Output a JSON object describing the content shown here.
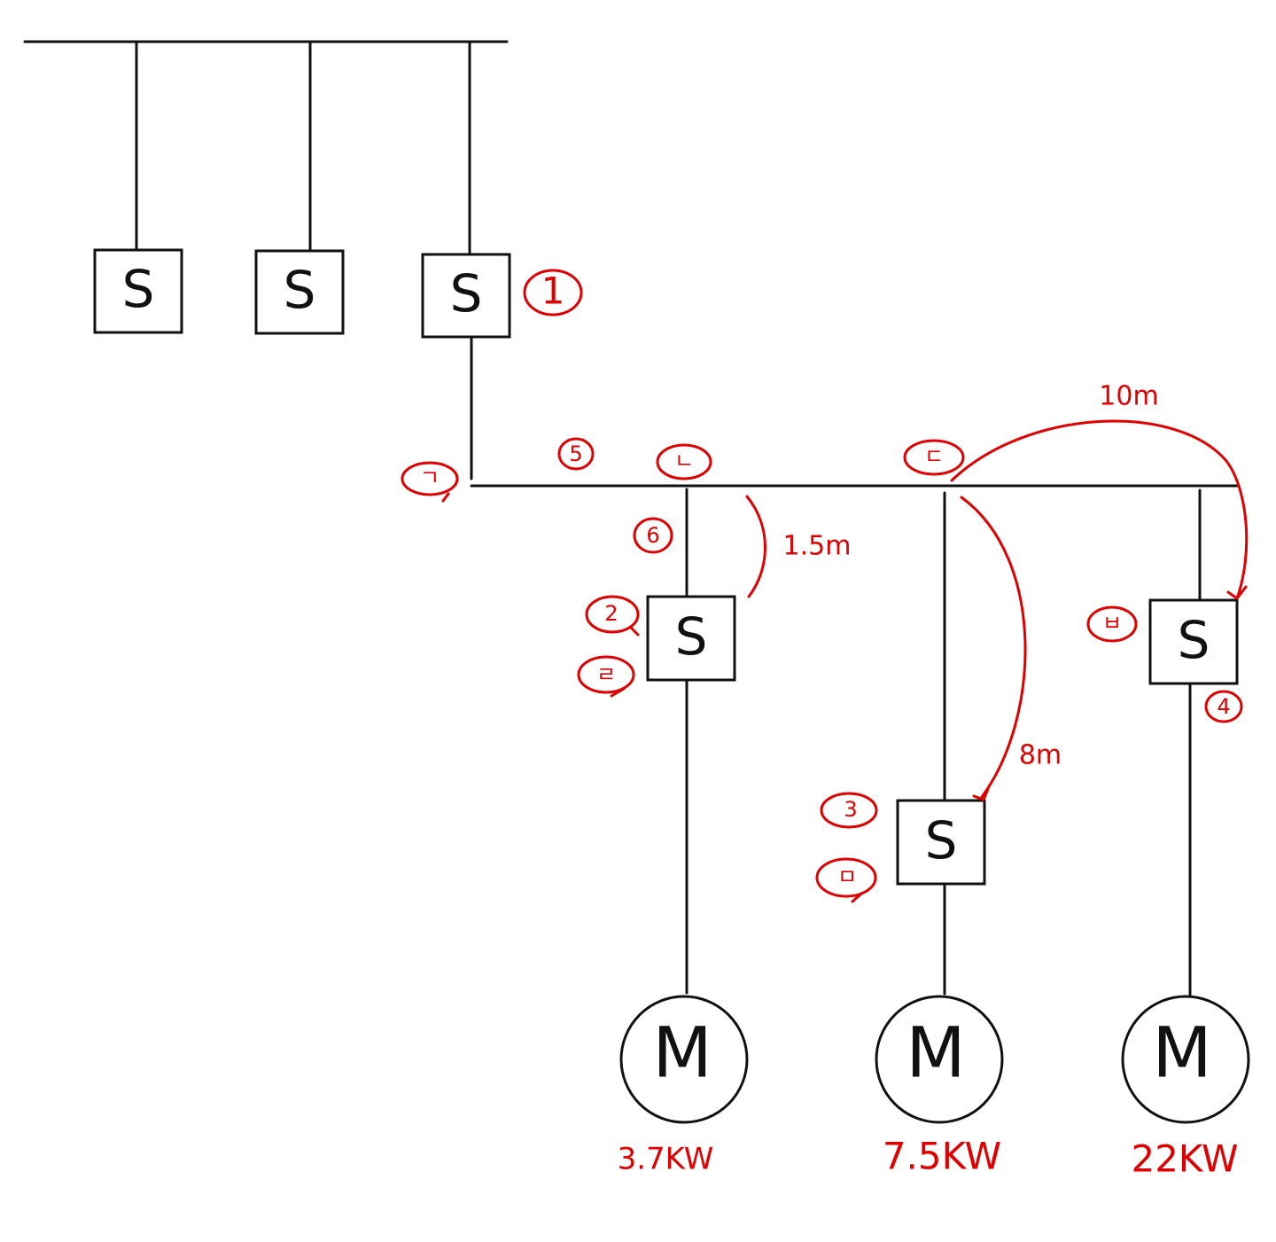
{
  "symbols": {
    "switch": "S",
    "motor": "M"
  },
  "markers": {
    "m1": "1",
    "m2": "2",
    "m3": "3",
    "m4": "4",
    "m5": "5",
    "m6": "6",
    "m7": "ㄱ",
    "m_nieun": "ㄴ",
    "m_digeut": "ㄷ",
    "m_rieul": "ㄹ",
    "m_mieum": "ㅁ",
    "m_bieup": "ㅂ"
  },
  "distances": {
    "branch_1": "1.5m",
    "branch_2": "8m",
    "branch_3": "10m"
  },
  "motors": {
    "motor_1_rating": "3.7KW",
    "motor_2_rating": "7.5KW",
    "motor_3_rating": "22KW"
  },
  "colors": {
    "line": "#111111",
    "annotation": "#e00000",
    "background": "#ffffff"
  }
}
